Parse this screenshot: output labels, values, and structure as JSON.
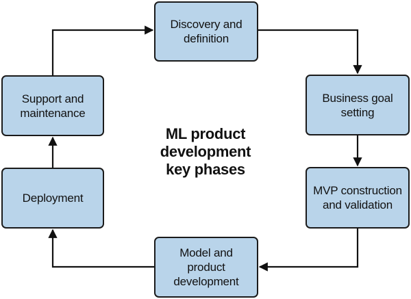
{
  "diagram": {
    "center_title": "ML product\ndevelopment\nkey phases",
    "phases": {
      "discovery": "Discovery and\ndefinition",
      "business": "Business goal\nsetting",
      "mvp": "MVP construction\nand validation",
      "model": "Model and\nproduct\ndevelopment",
      "deployment": "Deployment",
      "support": "Support and\nmaintenance"
    },
    "colors": {
      "box_fill": "#b9d4ea",
      "box_border": "#1a1a1a",
      "arrow": "#111111",
      "text": "#111111"
    }
  }
}
